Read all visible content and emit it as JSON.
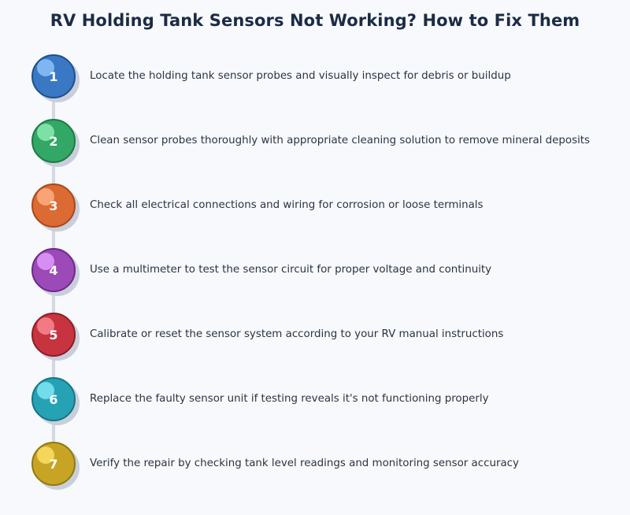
{
  "title": "RV Holding Tank Sensors Not Working? How to Fix Them",
  "steps": [
    {
      "number": "1",
      "text": "Locate the holding tank sensor probes and visually inspect for debris or buildup",
      "color": "#3a78c3",
      "border": "#1f4f8f",
      "highlight": "#7fb6f2"
    },
    {
      "number": "2",
      "text": "Clean sensor probes thoroughly with appropriate cleaning solution to remove mineral deposits",
      "color": "#33a765",
      "border": "#1d7a45",
      "highlight": "#7de0a4"
    },
    {
      "number": "3",
      "text": "Check all electrical connections and wiring for corrosion or loose terminals",
      "color": "#db6b32",
      "border": "#a9481b",
      "highlight": "#f8a477"
    },
    {
      "number": "4",
      "text": "Use a multimeter to test the sensor circuit for proper voltage and continuity",
      "color": "#9c4ab8",
      "border": "#6e2888",
      "highlight": "#d68ef2"
    },
    {
      "number": "5",
      "text": "Calibrate or reset the sensor system according to your RV manual instructions",
      "color": "#c7343f",
      "border": "#8f1c25",
      "highlight": "#f27a83"
    },
    {
      "number": "6",
      "text": "Replace the faulty sensor unit if testing reveals it's not functioning properly",
      "color": "#25a3b5",
      "border": "#157586",
      "highlight": "#72dcea"
    },
    {
      "number": "7",
      "text": "Verify the repair by checking tank level readings and monitoring sensor accuracy",
      "color": "#c8a425",
      "border": "#93770f",
      "highlight": "#f5d65a"
    }
  ]
}
